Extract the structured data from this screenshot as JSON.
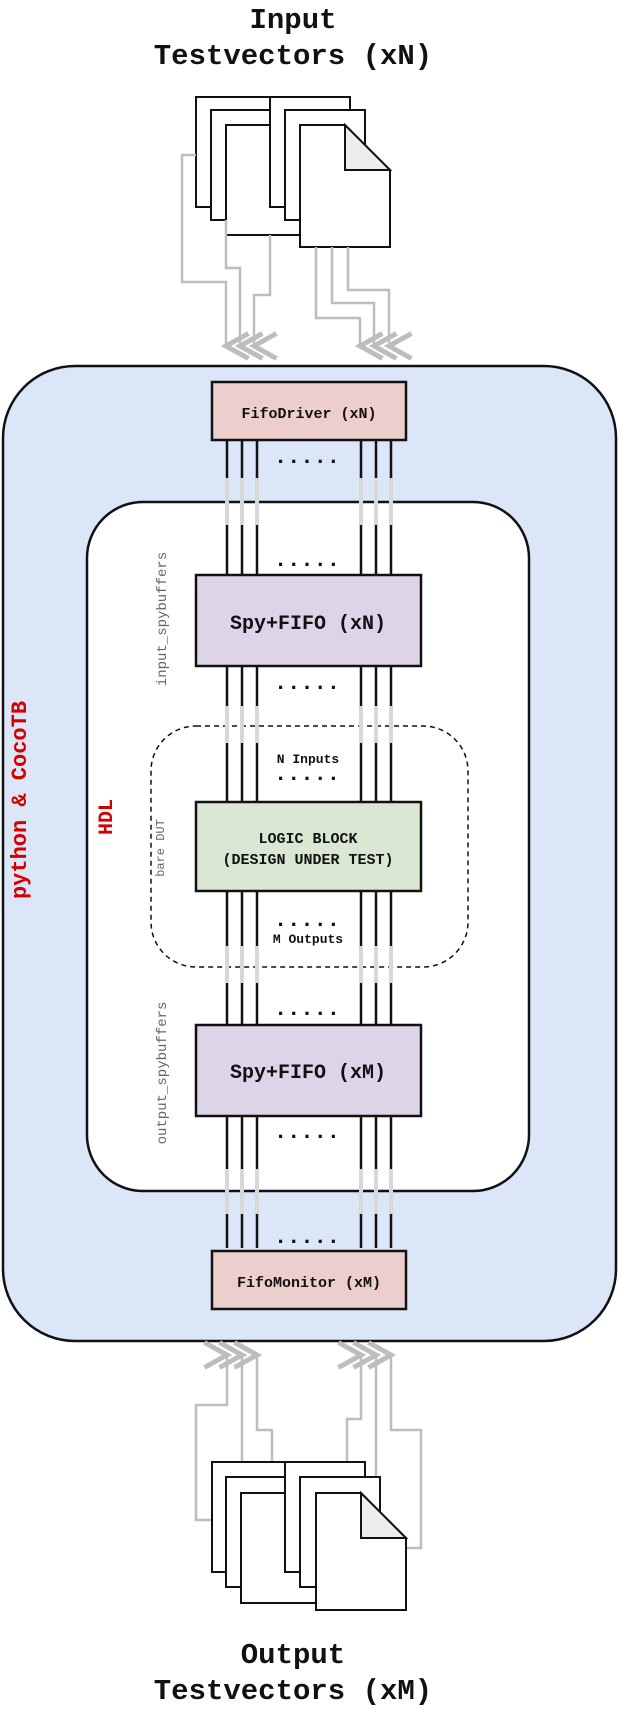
{
  "diagram": {
    "top_label_line1": "Input",
    "top_label_line2": "Testvectors (xN)",
    "bottom_label_line1": "Output",
    "bottom_label_line2": "Testvectors (xM)",
    "outer_container_label": "python & CocoTB",
    "hdl_container_label": "HDL",
    "fifo_driver": "FifoDriver (xN)",
    "fifo_monitor": "FifoMonitor (xM)",
    "input_spy": "Spy+FIFO (xN)",
    "output_spy": "Spy+FIFO (xM)",
    "dut_line1": "LOGIC BLOCK",
    "dut_line2": "(DESIGN UNDER TEST)",
    "input_spybuffers_label": "input_spybuffers",
    "output_spybuffers_label": "output_spybuffers",
    "bare_dut_label": "bare DUT",
    "n_inputs_label": "N Inputs",
    "m_outputs_label": "M Outputs",
    "ellipsis": "....."
  },
  "colors": {
    "outer_container_fill": "#dbe6f8",
    "hdl_container_fill": "#ffffff",
    "fifo_box_fill": "#eccfcd",
    "spy_box_fill": "#ddd5e7",
    "dut_box_fill": "#dae7d3",
    "label_red": "#d40000",
    "connector_grey": "#bdbdbd"
  },
  "icons": {
    "document_stack": "document-stack-icon"
  }
}
